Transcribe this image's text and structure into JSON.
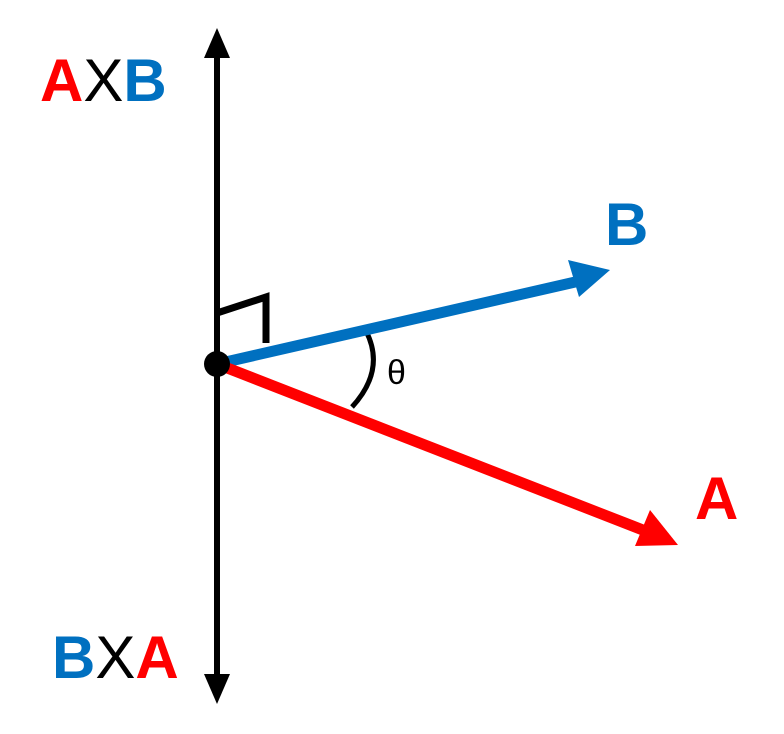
{
  "colors": {
    "vector_a": "#ff0000",
    "vector_b": "#0070c0",
    "axis": "#000000"
  },
  "labels": {
    "top_product": {
      "left": "A",
      "op": "X",
      "right": "B"
    },
    "bottom_product": {
      "left": "B",
      "op": "X",
      "right": "A"
    },
    "vector_a": "A",
    "vector_b": "B",
    "angle": "θ"
  }
}
